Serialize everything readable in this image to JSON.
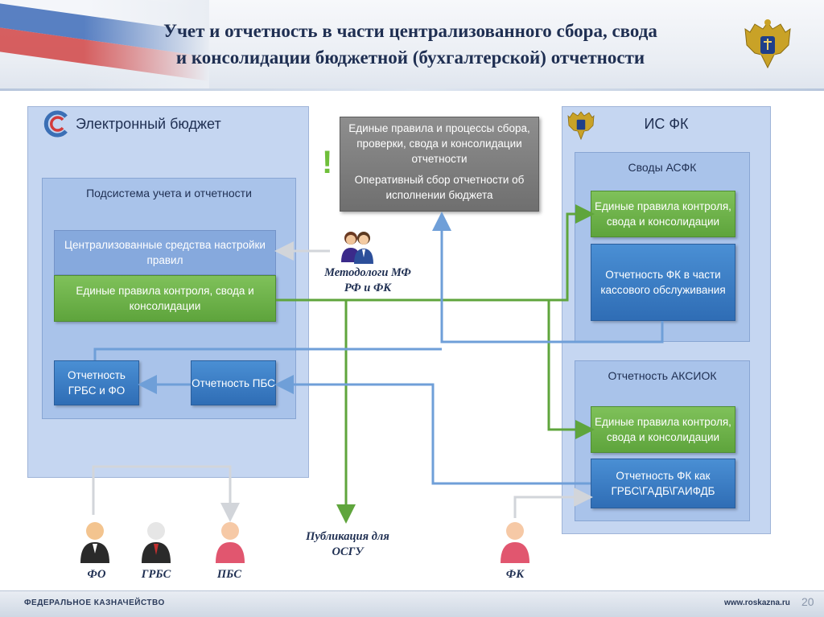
{
  "header": {
    "title_line1": "Учет и отчетность в части  централизованного сбора, свода",
    "title_line2": "и консолидации бюджетной (бухгалтерской) отчетности",
    "flag_colors": [
      "#ffffff",
      "#2b5fb0",
      "#d23b3b"
    ]
  },
  "electronic_budget": {
    "title": "Электронный бюджет",
    "subsystem": {
      "title": "Подсистема учета и отчетности",
      "centralized_tools": "Централизованные средства настройки правил",
      "rules_box": "Единые правила контроля, свода и консолидации",
      "grbs_fo": "Отчетность ГРБС и ФО",
      "pbs": "Отчетность ПБС"
    }
  },
  "center": {
    "exclamation": "!",
    "rules_text": "Единые правила и процессы сбора, проверки, свода и консолидации отчетности",
    "operative_text": "Оперативный сбор отчетности об исполнении бюджета",
    "methodologists": "Методологи МФ РФ и ФК",
    "publication": "Публикация для ОСГУ"
  },
  "is_fk": {
    "title": "ИС ФК",
    "asfk": {
      "title": "Своды АСФК",
      "rules_box": "Единые правила контроля, свода и консолидации",
      "fk_report": "Отчетность ФК  в части кассового обслуживания"
    },
    "aksiok": {
      "title": "Отчетность АКСИОК",
      "rules_box": "Единые правила контроля, свода и консолидации",
      "fk_report": "Отчетность ФК как ГРБС\\ГАДБ\\ГАИФДБ"
    }
  },
  "actors": {
    "fo": "ФО",
    "grbs": "ГРБС",
    "pbs": "ПБС",
    "fk": "ФК"
  },
  "footer": {
    "org": "ФЕДЕРАЛЬНОЕ КАЗНАЧЕЙСТВО",
    "site": "www.roskazna.ru",
    "page": "20"
  },
  "colors": {
    "green_arrow": "#5fa53c",
    "blue_arrow": "#6f9fd8",
    "gray_arrow": "#a9adb3"
  }
}
